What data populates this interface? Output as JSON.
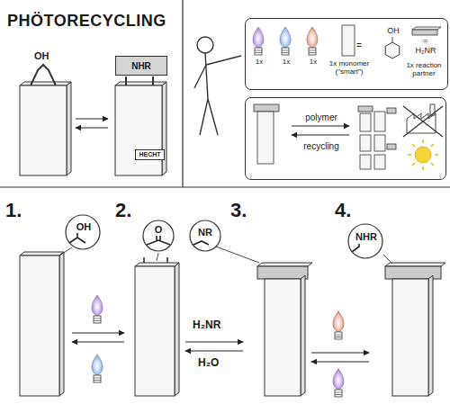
{
  "diagram": {
    "title": "PHÖTORECYCLING",
    "nodes": [
      {
        "text": [
          "NHR"
        ]
      },
      {
        "text": [
          "HECHT"
        ]
      },
      {
        "text": [
          "1x",
          "1x",
          "1x",
          "1x monomer (\"smart\")",
          "=",
          "OH",
          "=",
          "H₂NR",
          "1x reaction partner"
        ]
      },
      {
        "text": [
          "polymer",
          "recycling"
        ]
      },
      {
        "text": [
          "OH"
        ]
      },
      {
        "text": [
          "O"
        ]
      },
      {
        "text": [
          "NR"
        ]
      },
      {
        "text": [
          "NHR"
        ]
      }
    ],
    "labels": [
      "OH",
      "1.",
      "2.",
      "3.",
      "4.",
      "H₂NR",
      "H₂O"
    ]
  }
}
